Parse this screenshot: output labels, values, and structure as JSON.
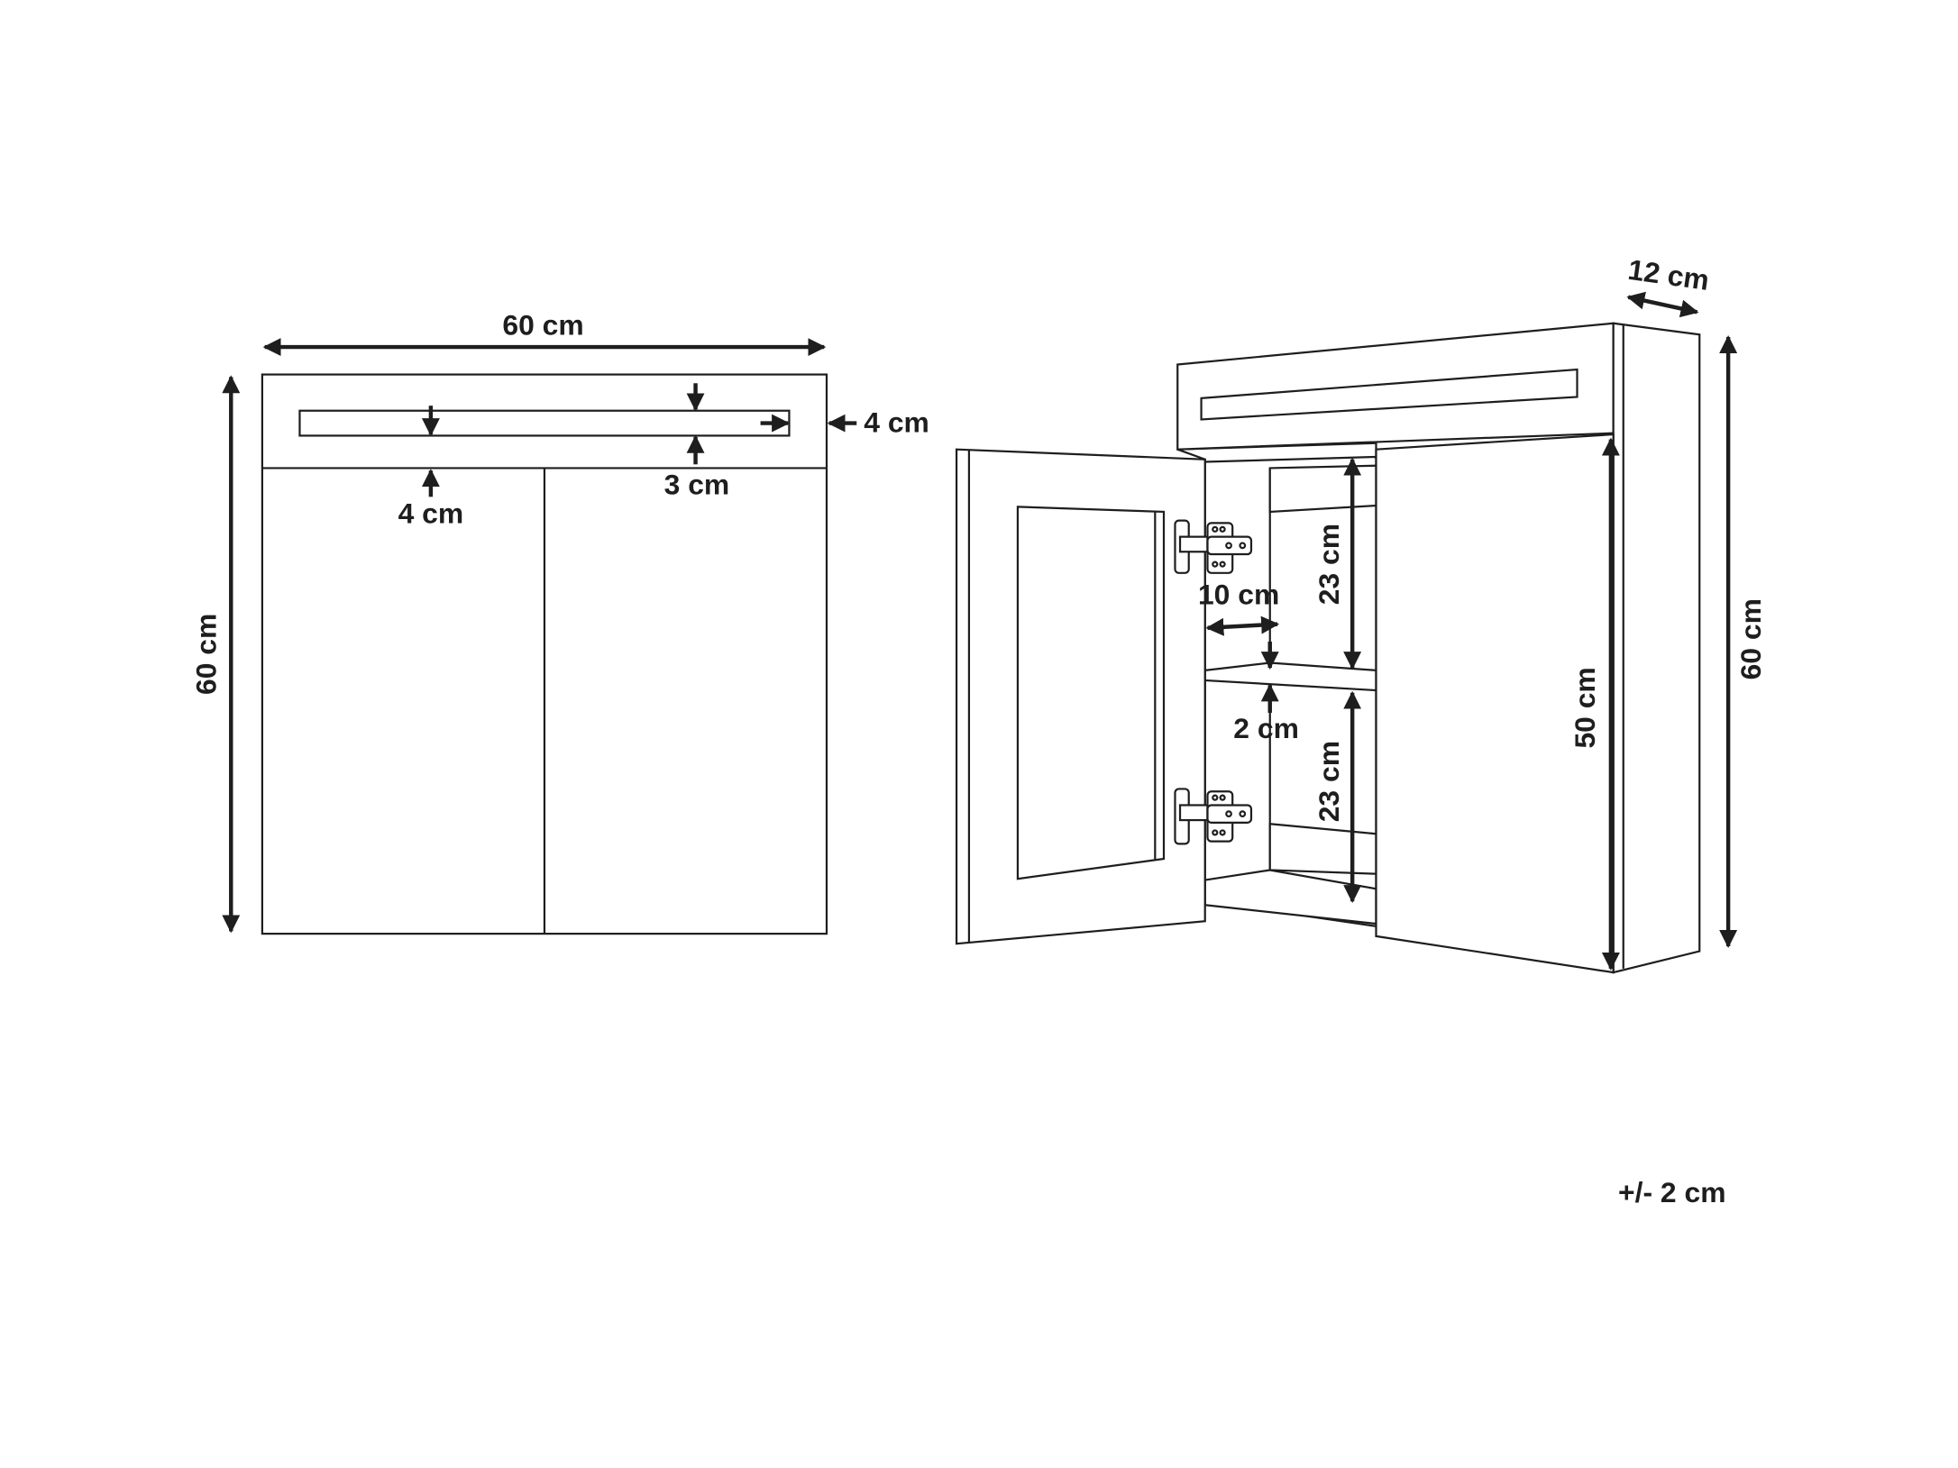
{
  "front_view": {
    "width_label": "60 cm",
    "height_label": "60 cm",
    "top_panel_label": "4 cm",
    "light_strip_height_label": "3 cm",
    "strip_inset_label": "4 cm"
  },
  "perspective_view": {
    "depth_label": "12 cm",
    "total_height_label": "60 cm",
    "door_height_label": "50 cm",
    "upper_compartment_label": "23 cm",
    "lower_compartment_label": "23 cm",
    "shelf_depth_label": "10 cm",
    "shelf_thickness_label": "2 cm"
  },
  "tolerance_label": "+/- 2 cm"
}
